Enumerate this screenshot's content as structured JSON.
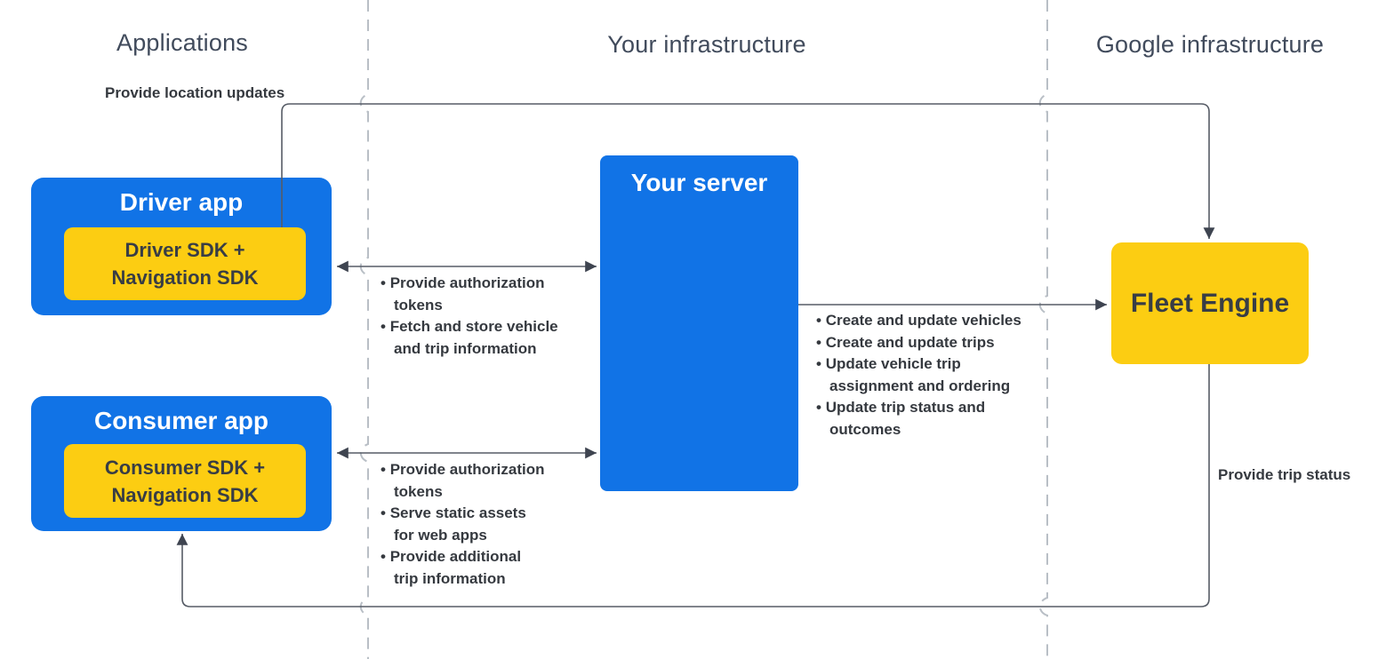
{
  "colors": {
    "blue": "#1173E6",
    "yellow": "#FCCD12",
    "header-text": "#414B5C",
    "label-text": "#35393F",
    "box-title-text": "#383D45",
    "line": "#565C66",
    "arrowhead": "#3E4450",
    "dashed-line": "#B9BFC6",
    "background": "#FFFFFF"
  },
  "columns": {
    "applications": "Applications",
    "your_infrastructure": "Your infrastructure",
    "google_infrastructure": "Google infrastructure"
  },
  "nodes": {
    "driver_app": {
      "title": "Driver app",
      "sdk": "Driver SDK +\nNavigation SDK"
    },
    "consumer_app": {
      "title": "Consumer app",
      "sdk": "Consumer SDK +\nNavigation SDK"
    },
    "your_server": {
      "title": "Your server"
    },
    "fleet_engine": {
      "title": "Fleet Engine"
    }
  },
  "edges": {
    "provide_location_updates": {
      "label": "Provide location updates"
    },
    "provide_trip_status": {
      "label": "Provide trip status"
    },
    "driver_app_your_server": {
      "items": [
        "Provide authorization\ntokens",
        "Fetch and store vehicle\nand trip information"
      ]
    },
    "consumer_app_your_server": {
      "items": [
        "Provide authorization\ntokens",
        "Serve static assets\nfor web apps",
        "Provide additional\ntrip information"
      ]
    },
    "your_server_fleet_engine": {
      "items": [
        "Create and update vehicles",
        "Create and update trips",
        "Update vehicle trip\nassignment and ordering",
        "Update trip status and\noutcomes"
      ]
    }
  }
}
